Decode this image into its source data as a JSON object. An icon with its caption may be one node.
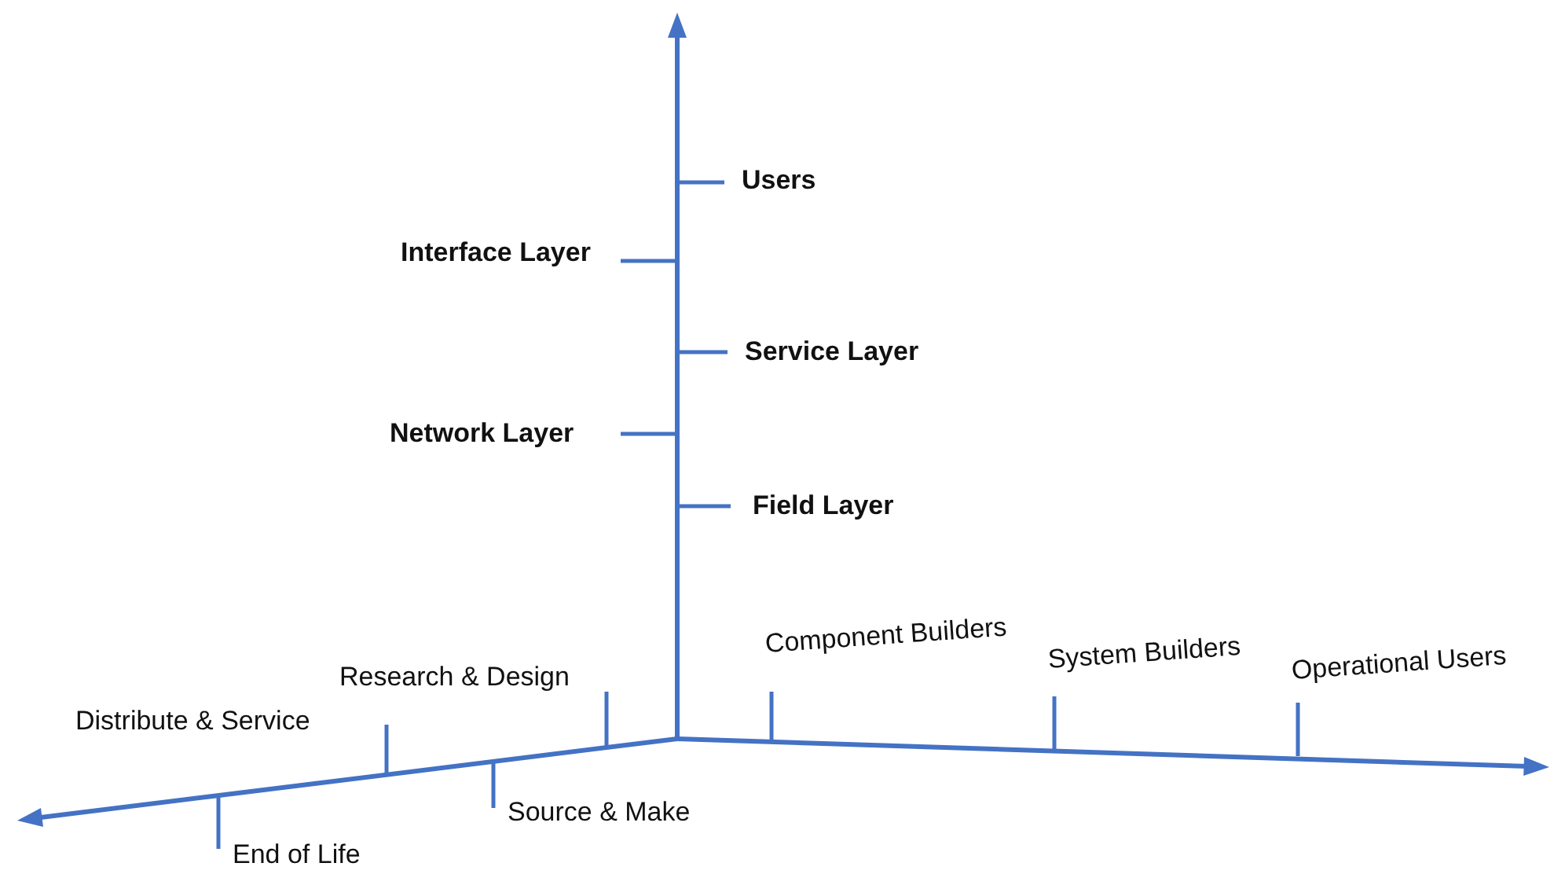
{
  "diagram": {
    "labels": [
      "Users",
      "Interface Layer",
      "Service Layer",
      "Network Layer",
      "Field Layer",
      "Component Builders",
      "Research & Design",
      "System Builders",
      "Operational Users",
      "Distribute & Service",
      "Source & Make",
      "End of Life"
    ]
  }
}
